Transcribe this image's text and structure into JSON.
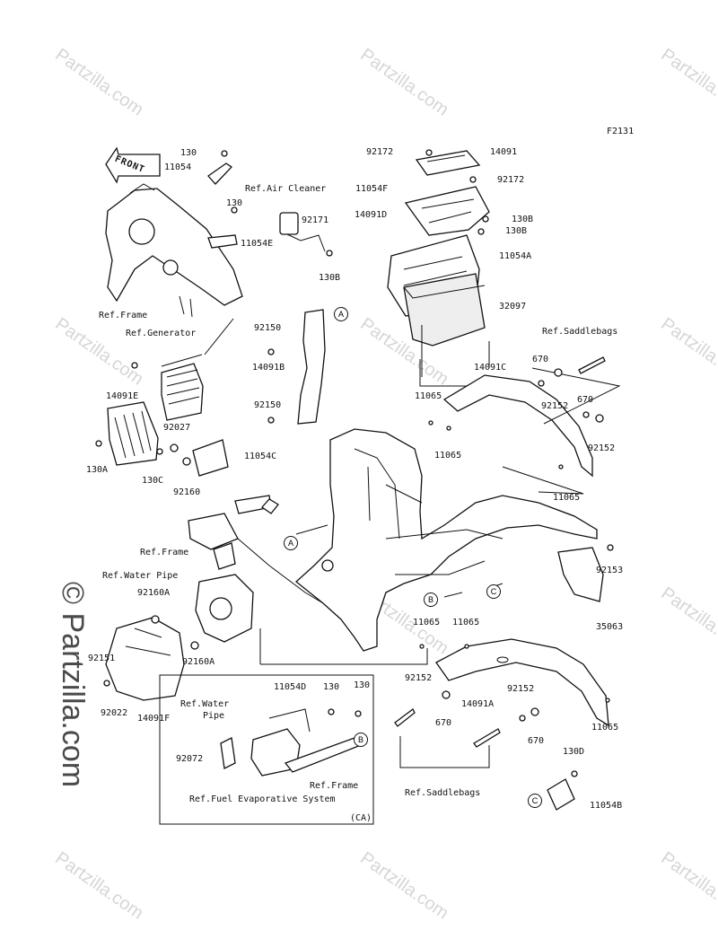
{
  "diagram_code": "F2131",
  "watermark": "Partzilla.com",
  "watermark_big": "© Partzilla.com",
  "front_label": "FRONT",
  "region_label": "(CA)",
  "callouts": {
    "a": "A",
    "b": "B",
    "c": "C"
  },
  "labels": {
    "l130_top": "130",
    "l11054": "11054",
    "ref_air_cleaner": "Ref.Air Cleaner",
    "l130_b": "130",
    "l92171": "92171",
    "l11054E": "11054E",
    "l130B_a": "130B",
    "ref_frame_top": "Ref.Frame",
    "l92172_a": "92172",
    "l14091": "14091",
    "l92172_b": "92172",
    "l11054F": "11054F",
    "l14091D": "14091D",
    "l130B_b": "130B",
    "l130B_c": "130B",
    "l11054A": "11054A",
    "l32097": "32097",
    "l92150_a": "92150",
    "l14091B": "14091B",
    "l92150_b": "92150",
    "ref_generator": "Ref.Generator",
    "l14091E": "14091E",
    "l92027": "92027",
    "l130A": "130A",
    "l130C": "130C",
    "l92160": "92160",
    "l11054C": "11054C",
    "ref_saddlebags_top": "Ref.Saddlebags",
    "l670_a": "670",
    "l14091C": "14091C",
    "l11065_a": "11065",
    "l92152_a": "92152",
    "l670_b": "670",
    "l11065_b": "11065",
    "l92152_b": "92152",
    "l11065_c": "11065",
    "ref_frame_mid": "Ref.Frame",
    "ref_water_pipe_a": "Ref.Water Pipe",
    "l92160A_a": "92160A",
    "l92153": "92153",
    "l35063": "35063",
    "l11065_d": "11065",
    "l11065_e": "11065",
    "l92151": "92151",
    "l92160A_b": "92160A",
    "l92022": "92022",
    "l14091F": "14091F",
    "ref_water": "Ref.Water",
    "pipe": "Pipe",
    "l92152_c": "92152",
    "l14091A": "14091A",
    "l92152_d": "92152",
    "l670_c": "670",
    "l670_d": "670",
    "l11065_f": "11065",
    "l11054D": "11054D",
    "l130_c": "130",
    "l130_d": "130",
    "l92072": "92072",
    "ref_frame_bottom": "Ref.Frame",
    "ref_fuel_evap": "Ref.Fuel Evaporative System",
    "ref_saddlebags_bottom": "Ref.Saddlebags",
    "l130D": "130D",
    "l11054B": "11054B"
  }
}
